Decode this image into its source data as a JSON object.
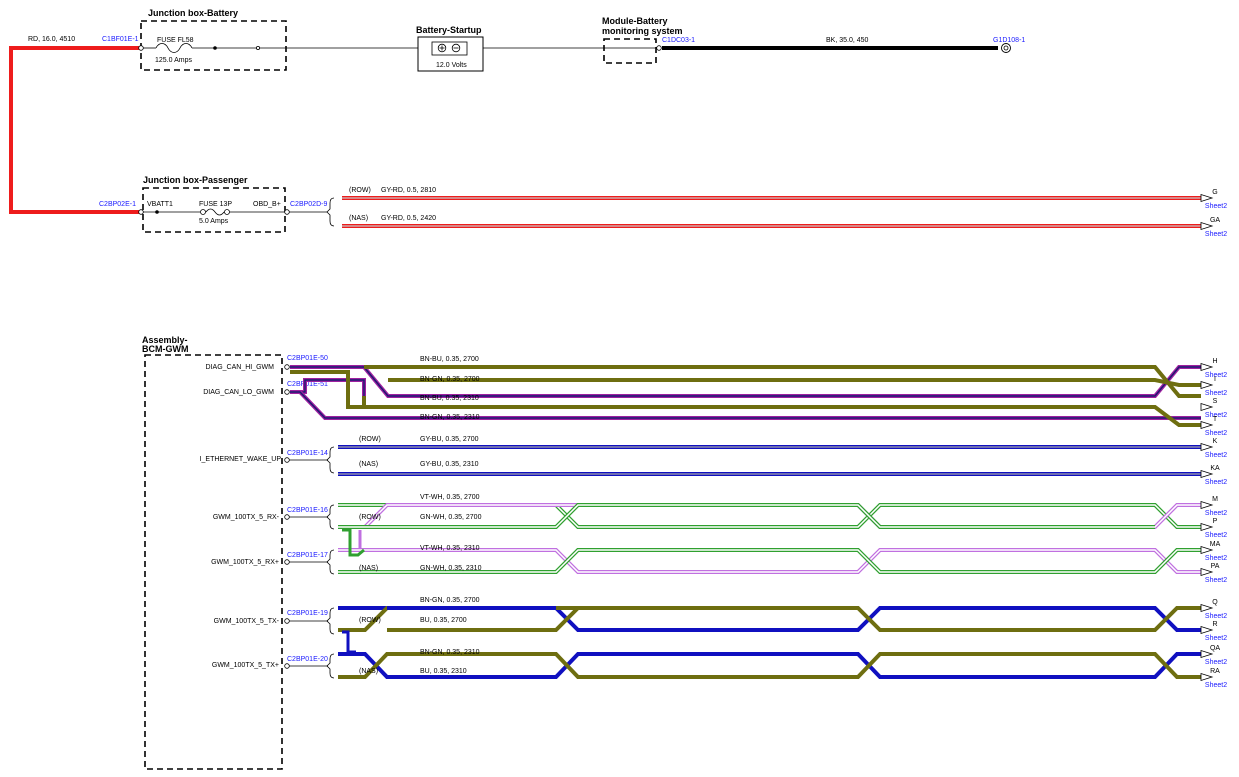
{
  "components": {
    "jb_battery": {
      "title": "Junction box-Battery",
      "fuse_label": "FUSE FL58",
      "fuse_rating": "125.0 Amps"
    },
    "battery_startup": {
      "title": "Battery-Startup",
      "voltage": "12.0 Volts"
    },
    "module_battery": {
      "title_line1": "Module-Battery",
      "title_line2": "monitoring system"
    },
    "jb_passenger": {
      "title": "Junction box-Passenger",
      "pin_left": "VBATT1",
      "fuse_label": "FUSE 13P",
      "fuse_rating": "5.0 Amps",
      "pin_right": "OBD_B+"
    },
    "bcm_gwm": {
      "title_line1": "Assembly-",
      "title_line2": "BCM-GWM",
      "pins": [
        {
          "label": "DIAG_CAN_HI_GWM",
          "connector": "C2BP01E-50"
        },
        {
          "label": "DIAG_CAN_LO_GWM",
          "connector": "C2BP01E-51"
        },
        {
          "label": "I_ETHERNET_WAKE_UP",
          "connector": "C2BP01E-14"
        },
        {
          "label": "GWM_100TX_5_RX-",
          "connector": "C2BP01E-16"
        },
        {
          "label": "GWM_100TX_5_RX+",
          "connector": "C2BP01E-17"
        },
        {
          "label": "GWM_100TX_5_TX-",
          "connector": "C2BP01E-19"
        },
        {
          "label": "GWM_100TX_5_TX+",
          "connector": "C2BP01E-20"
        }
      ]
    }
  },
  "connectors": {
    "c1bf01e": "C1BF01E-1",
    "c2bp02e": "C2BP02E-1",
    "c1dc03": "C1DC03-1",
    "g1d108": "G1D108-1",
    "c2bp02d": "C2BP02D-9"
  },
  "wires": {
    "rd": "RD,  16.0,  4510",
    "bk": "BK,  35.0,  450",
    "gyrd1": "GY-RD,  0.5,  2810",
    "gyrd2": "GY-RD,  0.5,  2420",
    "bnbu1": "BN-BU,  0.35,  2700",
    "bngn1": "BN-GN,  0.35,  2700",
    "bnbu2": "BN-BU,  0.35,  2310",
    "bngn2": "BN-GN,  0.35,  2310",
    "gybu1": "GY-BU,  0.35,  2700",
    "gybu2": "GY-BU,  0.35,  2310",
    "vtwh1": "VT-WH,  0.35,  2700",
    "gnwh1": "GN-WH,  0.35,  2700",
    "vtwh2": "VT-WH,  0.35,  2310",
    "gnwh2": "GN-WH,  0.35,  2310",
    "bngn3": "BN-GN,  0.35,  2700",
    "bu1": "BU,  0.35,  2700",
    "bngn4": "BN-GN,  0.35,  2310",
    "bu2": "BU,  0.35,  2310"
  },
  "variants": {
    "row": "(ROW)",
    "nas": "(NAS)"
  },
  "sheet_refs": [
    {
      "id": "G",
      "sheet": "Sheet2"
    },
    {
      "id": "GA",
      "sheet": "Sheet2"
    },
    {
      "id": "H",
      "sheet": "Sheet2"
    },
    {
      "id": "I",
      "sheet": "Sheet2"
    },
    {
      "id": "S",
      "sheet": "Sheet2"
    },
    {
      "id": "T",
      "sheet": "Sheet2"
    },
    {
      "id": "K",
      "sheet": "Sheet2"
    },
    {
      "id": "KA",
      "sheet": "Sheet2"
    },
    {
      "id": "M",
      "sheet": "Sheet2"
    },
    {
      "id": "P",
      "sheet": "Sheet2"
    },
    {
      "id": "MA",
      "sheet": "Sheet2"
    },
    {
      "id": "PA",
      "sheet": "Sheet2"
    },
    {
      "id": "Q",
      "sheet": "Sheet2"
    },
    {
      "id": "R",
      "sheet": "Sheet2"
    },
    {
      "id": "QA",
      "sheet": "Sheet2"
    },
    {
      "id": "RA",
      "sheet": "Sheet2"
    }
  ],
  "colors": {
    "red": "#ee1c1c",
    "blue": "#1010c0",
    "olive": "#6e6e10",
    "purple": "#a020a0",
    "green": "#30a030",
    "violet": "#c070e0",
    "connector_text": "#1a1aff"
  }
}
